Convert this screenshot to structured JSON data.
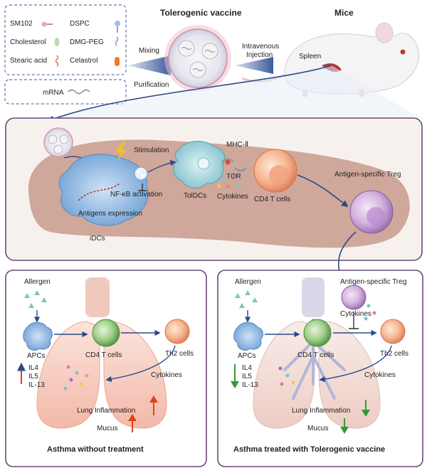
{
  "legend": {
    "items": [
      {
        "label": "SM102"
      },
      {
        "label": "DSPC"
      },
      {
        "label": "Cholesterol"
      },
      {
        "label": "DMG-PEG"
      },
      {
        "label": "Stearic acid"
      },
      {
        "label": "Celastrol"
      }
    ],
    "mrna_label": "mRNA"
  },
  "top": {
    "vaccine_title": "Tolerogenic vaccine",
    "mice_title": "Mice",
    "mixing": "Mixing",
    "purification": "Purification",
    "injection_line1": "Intravenous",
    "injection_line2": "Injection",
    "spleen": "Spleen"
  },
  "spleen_panel": {
    "stimulation": "Stimulation",
    "nfkb": "NF-κB",
    "activation": "activation",
    "antigens_expression": "Antigens expression",
    "idcs": "iDCs",
    "mhc": "MHC-Ⅱ",
    "tcr": "TCR",
    "toldcs": "TolDCs",
    "cytokines": "Cytokines",
    "cd4": "CD4 T cells",
    "treg": "Antigen-specific Treg"
  },
  "left_panel": {
    "allergen": "Allergen",
    "apcs": "APCs",
    "cd4": "CD4 T cells",
    "th2": "Th2 cells",
    "il4": "IL4",
    "il5": "IL5",
    "il13": "IL-13",
    "cytokines": "Cytokines",
    "lung_inflammation": "Lung Inflammation",
    "mucus": "Mucus",
    "caption": "Asthma without treatment",
    "up_color": "#e0421f"
  },
  "right_panel": {
    "allergen": "Allergen",
    "treg": "Antigen-specific Treg",
    "cytokines_treg": "Cytokines",
    "apcs": "APCs",
    "cd4": "CD4 T cells",
    "th2": "Th2 cells",
    "il4": "IL4",
    "il5": "IL5",
    "il13": "IL-13",
    "cytokines": "Cytokines",
    "lung_inflammation": "Lung Inflammation",
    "mucus": "Mucus",
    "caption": "Asthma treated with Tolerogenic vaccine",
    "down_color": "#2e9a3a"
  },
  "colors": {
    "panel_border": "#6a4a7a",
    "spleen_bg": "#f4ece6",
    "spleen_organ": "#c99a8c",
    "arrow": "#2a4a8a"
  }
}
